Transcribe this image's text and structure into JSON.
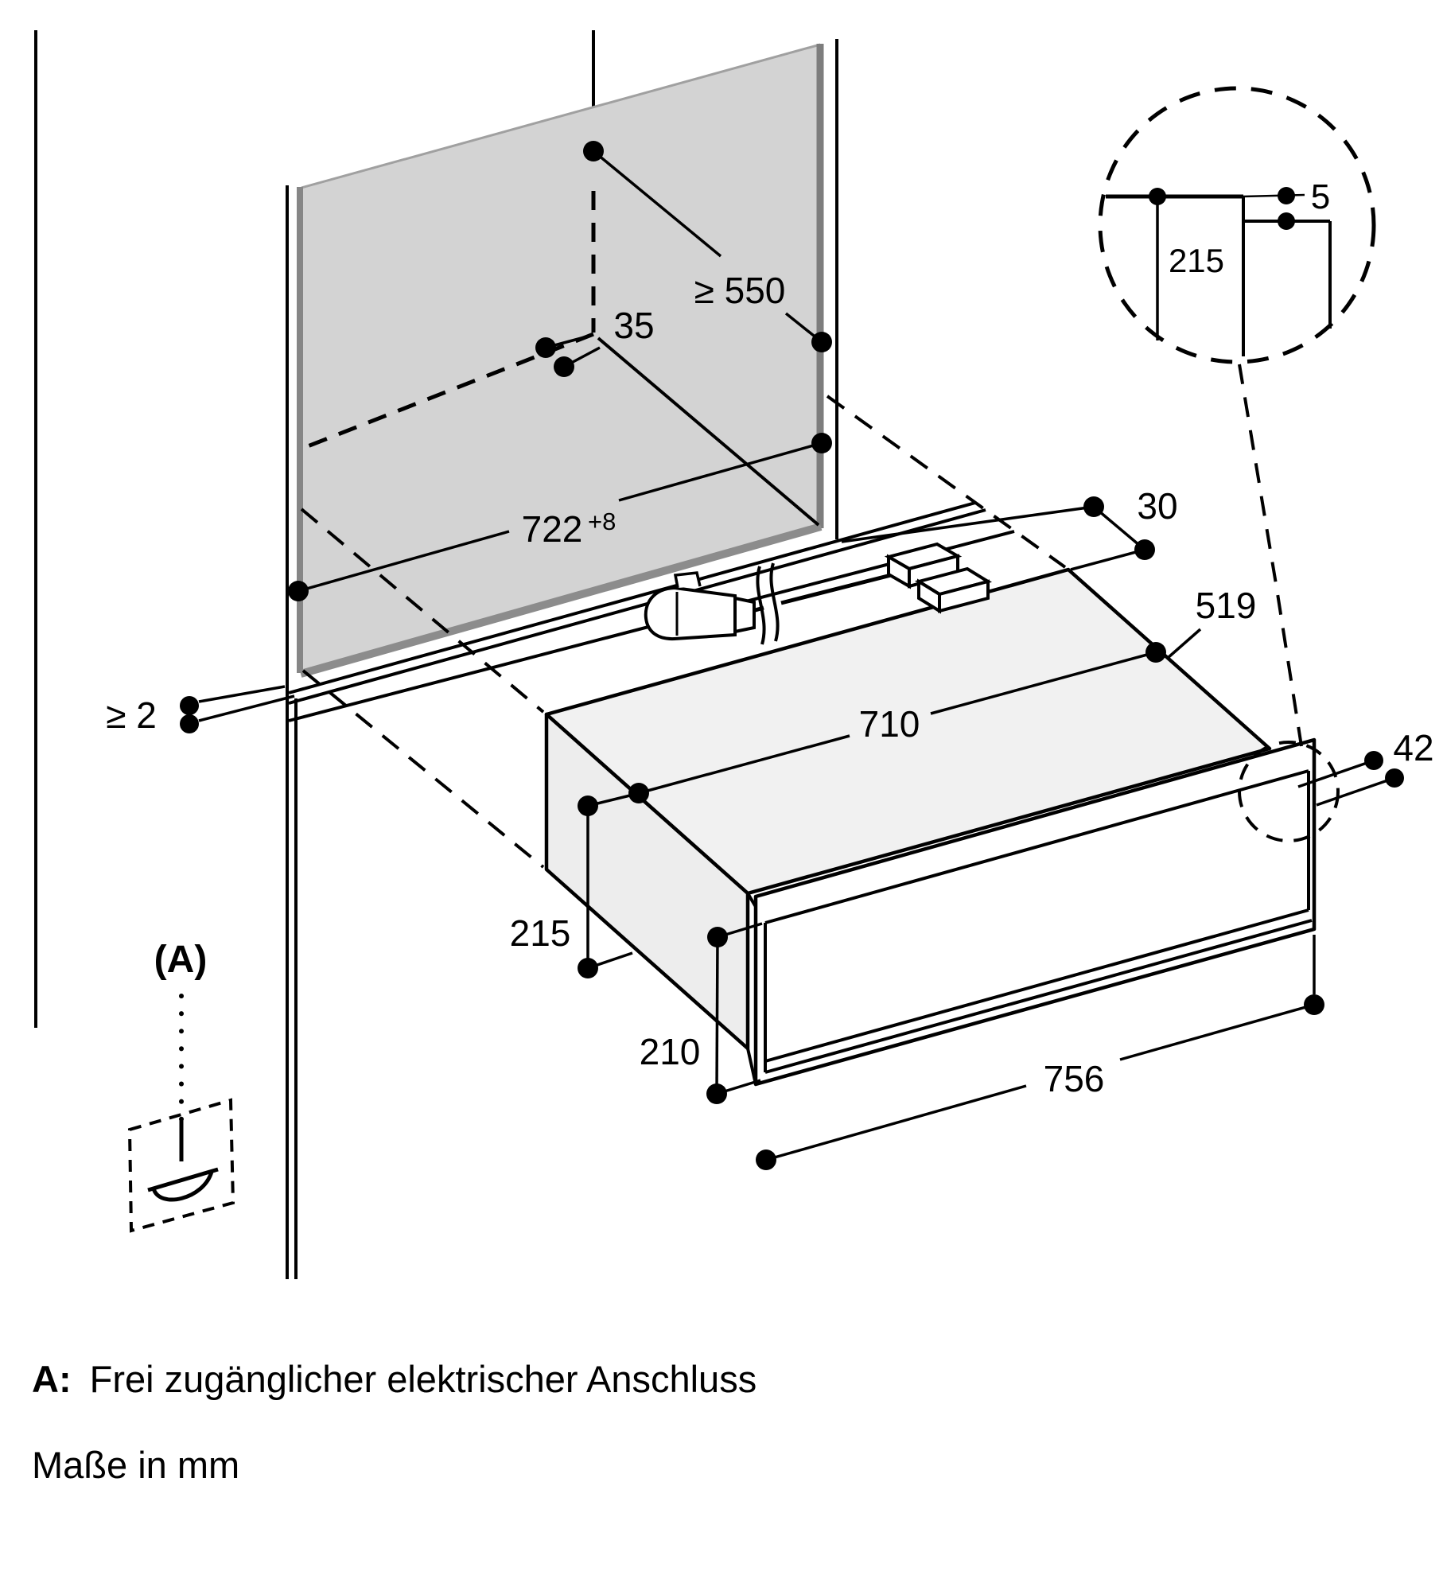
{
  "diagram": {
    "type": "installation-drawing",
    "subject": "built-in warming drawer niche installation",
    "units_note": "Maße in mm",
    "footnote_prefix": "A:",
    "footnote_text": "Frei zugänglicher elektrischer Anschluss"
  },
  "labels": {
    "connection_point": "(A)"
  },
  "dimensions": {
    "niche_depth": "≥ 550",
    "wall_offset": "35",
    "niche_width_value": "722",
    "niche_width_tolerance": "+8",
    "rear_gap": "30",
    "appliance_depth": "519",
    "appliance_width": "710",
    "front_overhang": "42",
    "appliance_height": "215",
    "front_height": "210",
    "front_width": "756",
    "side_gap": "≥ 2",
    "detail_niche_height": "215",
    "detail_top_gap": "5"
  },
  "colors": {
    "line": "#000000",
    "panel_fill": "#d3d3d3",
    "panel_edge_dark": "#7d7d7d",
    "panel_edge_mid": "#8c8c8c",
    "box_top_fill": "#f1f1f1",
    "box_side_fill": "#ededed",
    "background": "#ffffff"
  },
  "icons": {
    "plug": "power-plug-icon",
    "connector": "cable-connector-icon",
    "socket_symbol": "electrical-socket-icon"
  }
}
